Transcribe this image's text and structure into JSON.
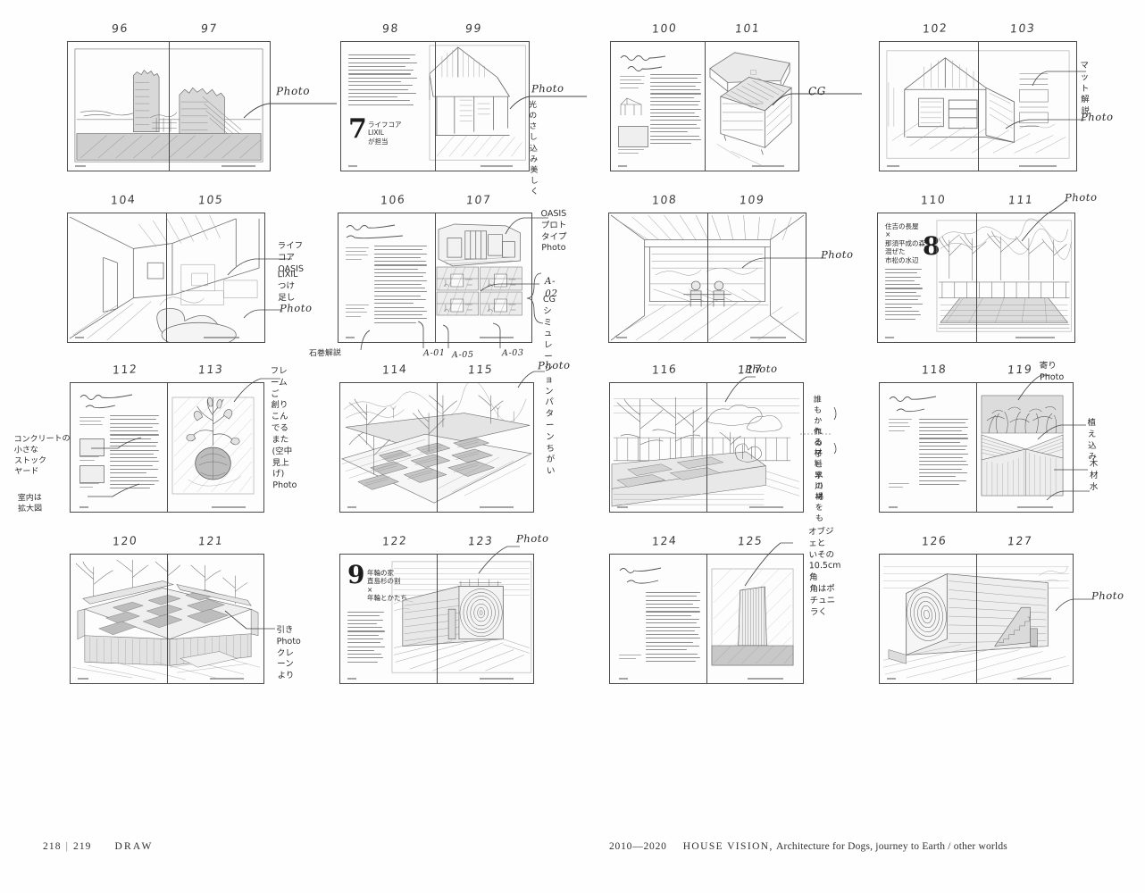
{
  "document": {
    "footer": {
      "page_left": "218",
      "page_sep": "|",
      "page_right": "219",
      "section": "DRAW",
      "years": "2010—2020",
      "running_title": "HOUSE VISION,",
      "running_subtitle": "Architecture for Dogs, journey to Earth / other worlds"
    }
  },
  "spreads": [
    {
      "id": "spread-96-97",
      "left_page": "96",
      "right_page": "97",
      "scene": "ruins-landscape-photo",
      "annotations": [
        {
          "name": "photo-label",
          "text": "Photo",
          "style": "latin"
        }
      ]
    },
    {
      "id": "spread-98-99",
      "left_page": "98",
      "right_page": "99",
      "scene": "gable-house-interior-perspective",
      "chapter_number": "7",
      "chapter_title": "ライフコア\nLIXIL\nが担当",
      "annotations": [
        {
          "name": "photo-label",
          "text": "Photo",
          "style": "latin"
        },
        {
          "name": "photo-note",
          "text": "光のさし込み\n美しく",
          "style": "jp"
        }
      ]
    },
    {
      "id": "spread-100-101",
      "left_page": "100",
      "right_page": "101",
      "scene": "cg-axonometric-house",
      "annotations": [
        {
          "name": "cg-label",
          "text": "CG",
          "style": "latin"
        }
      ]
    },
    {
      "id": "spread-102-103",
      "left_page": "102",
      "right_page": "103",
      "scene": "gable-house-elevation",
      "annotations": [
        {
          "name": "mat-note",
          "text": "マット\n解説",
          "style": "jp"
        },
        {
          "name": "photo-label",
          "text": "Photo",
          "style": "latin"
        }
      ]
    },
    {
      "id": "spread-104-105",
      "left_page": "104",
      "right_page": "105",
      "scene": "interior-living-room",
      "annotations": [
        {
          "name": "lifecore-oasis-note",
          "text": "ライフコア\nOASIS",
          "style": "jp"
        },
        {
          "name": "lixil-note",
          "text": "LIXIL\nつけ足し",
          "style": "jp"
        },
        {
          "name": "photo-label",
          "text": "Photo",
          "style": "latin"
        }
      ]
    },
    {
      "id": "spread-106-107",
      "left_page": "106",
      "right_page": "107",
      "scene": "text-page-plus-unit-grid",
      "annotations": [
        {
          "name": "oasis-prototype-note",
          "text": "OASIS\nプロトタイプ\nPhoto",
          "style": "jp"
        },
        {
          "name": "a02-label",
          "text": "A-02",
          "style": "latin"
        },
        {
          "name": "cg-sim-note",
          "text": "CG\nシミュレーション\nパターンちがい",
          "style": "jp"
        },
        {
          "name": "ishinomaki-note",
          "text": "石巻解説",
          "style": "jp"
        },
        {
          "name": "a01-label",
          "text": "A-01",
          "style": "latin"
        },
        {
          "name": "a05-label",
          "text": "A-05",
          "style": "latin"
        },
        {
          "name": "a03-label",
          "text": "A-03",
          "style": "latin"
        }
      ]
    },
    {
      "id": "spread-108-109",
      "left_page": "108",
      "right_page": "109",
      "scene": "barn-interior-two-figures",
      "annotations": [
        {
          "name": "photo-label",
          "text": "Photo",
          "style": "latin"
        }
      ]
    },
    {
      "id": "spread-110-111",
      "left_page": "110",
      "right_page": "111",
      "scene": "tree-courtyard-water",
      "chapter_number": "8",
      "chapter_title": "住吉の長屋\n×\n那須平成の森\n混ぜた\n市松の水辺",
      "annotations": [
        {
          "name": "photo-label",
          "text": "Photo",
          "style": "latin"
        }
      ]
    },
    {
      "id": "spread-112-113",
      "left_page": "112",
      "right_page": "113",
      "scene": "text-page-plus-plant-bulb",
      "annotations": [
        {
          "name": "frame-note",
          "text": "フレームご\n創りこんでる\nまた\n(空中見上げ)\nPhoto",
          "style": "jp"
        },
        {
          "name": "concrete-stock-note",
          "text": "コンクリートの\n小さな\nストック\nヤード",
          "style": "jp"
        },
        {
          "name": "plan-note",
          "text": "室内は\n拡大図",
          "style": "jp"
        }
      ]
    },
    {
      "id": "spread-114-115",
      "left_page": "114",
      "right_page": "115",
      "scene": "checkerboard-garden-aerial",
      "annotations": [
        {
          "name": "photo-label",
          "text": "Photo",
          "style": "latin"
        }
      ]
    },
    {
      "id": "spread-116-117",
      "left_page": "116",
      "right_page": "117",
      "scene": "garden-terrace-trees",
      "annotations": [
        {
          "name": "photo-label",
          "text": "Photo",
          "style": "latin"
        },
        {
          "name": "water-play-note",
          "text": "誰もかれの\n子と水の場",
          "style": "jp"
        },
        {
          "name": "material-note",
          "text": "作る材料\n早川材をも",
          "style": "jp"
        }
      ]
    },
    {
      "id": "spread-118-119",
      "left_page": "118",
      "right_page": "119",
      "scene": "closeup-planting-water",
      "annotations": [
        {
          "name": "closeup-photo-label",
          "text": "寄りPhoto",
          "style": "jp"
        },
        {
          "name": "planting-label",
          "text": "植え込み",
          "style": "jp"
        },
        {
          "name": "timber-label",
          "text": "木材",
          "style": "jp"
        },
        {
          "name": "water-label",
          "text": "水",
          "style": "jp"
        }
      ]
    },
    {
      "id": "spread-120-121",
      "left_page": "120",
      "right_page": "121",
      "scene": "checkerboard-courtyard-wide",
      "annotations": [
        {
          "name": "wide-photo-note",
          "text": "引き\nPhoto\nクレーンより",
          "style": "jp"
        }
      ]
    },
    {
      "id": "spread-122-123",
      "left_page": "122",
      "right_page": "123",
      "scene": "spiral-wall-building",
      "chapter_number": "9",
      "chapter_title": "年輪の家\n直島杉の割\n×\n年輪とかたち…",
      "annotations": [
        {
          "name": "photo-label",
          "text": "Photo",
          "style": "latin"
        }
      ]
    },
    {
      "id": "spread-124-125",
      "left_page": "124",
      "right_page": "125",
      "scene": "timber-monolith-object",
      "annotations": [
        {
          "name": "object-note",
          "text": "オブジェと\nいその\n10.5cm角\n角はポチュニラく",
          "style": "jp"
        }
      ]
    },
    {
      "id": "spread-126-127",
      "left_page": "126",
      "right_page": "127",
      "scene": "annual-ring-timber-building-stairs",
      "annotations": [
        {
          "name": "photo-label",
          "text": "Photo",
          "style": "latin"
        }
      ]
    }
  ]
}
